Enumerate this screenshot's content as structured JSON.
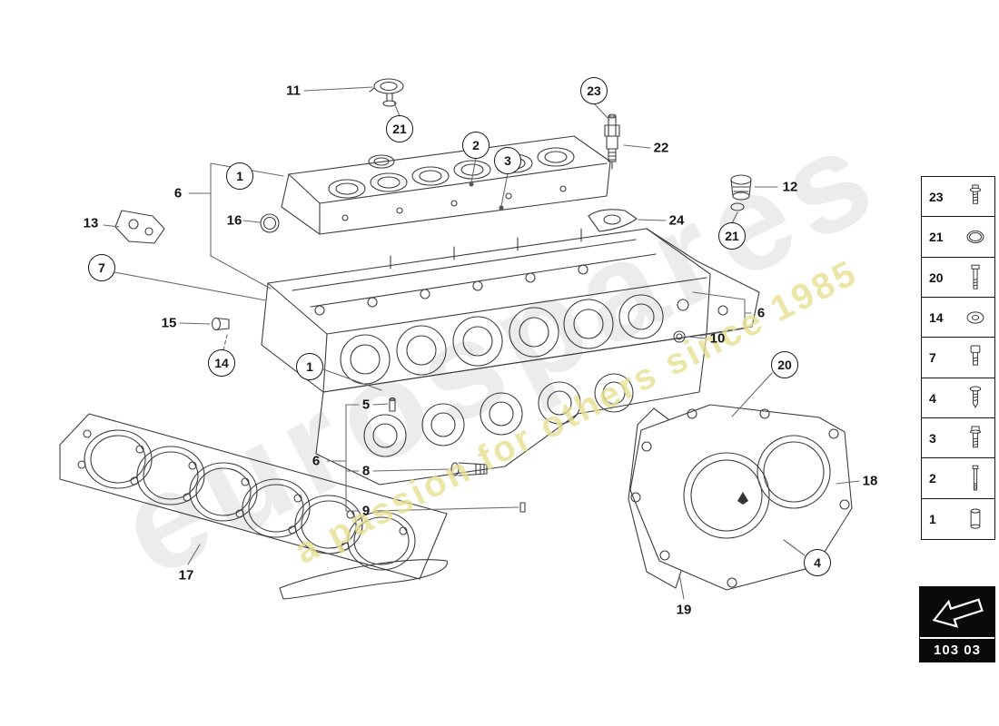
{
  "watermark": {
    "brand": "eurospares",
    "tagline": "a passion for others since 1985"
  },
  "callouts": [
    {
      "label": "11"
    },
    {
      "label": "21"
    },
    {
      "label": "2"
    },
    {
      "label": "3"
    },
    {
      "label": "23"
    },
    {
      "label": "22"
    },
    {
      "label": "12"
    },
    {
      "label": "1"
    },
    {
      "label": "6"
    },
    {
      "label": "13"
    },
    {
      "label": "16"
    },
    {
      "label": "24"
    },
    {
      "label": "21"
    },
    {
      "label": "7"
    },
    {
      "label": "6"
    },
    {
      "label": "10"
    },
    {
      "label": "15"
    },
    {
      "label": "14"
    },
    {
      "label": "1"
    },
    {
      "label": "20"
    },
    {
      "label": "5"
    },
    {
      "label": "6"
    },
    {
      "label": "8"
    },
    {
      "label": "9"
    },
    {
      "label": "18"
    },
    {
      "label": "4"
    },
    {
      "label": "17"
    },
    {
      "label": "19"
    }
  ],
  "legend": {
    "rows": [
      {
        "label": "23",
        "icon": "flanged-screw"
      },
      {
        "label": "21",
        "icon": "o-ring"
      },
      {
        "label": "20",
        "icon": "long-bolt"
      },
      {
        "label": "14",
        "icon": "washer"
      },
      {
        "label": "7",
        "icon": "socket-bolt"
      },
      {
        "label": "4",
        "icon": "screw"
      },
      {
        "label": "3",
        "icon": "hex-bolt"
      },
      {
        "label": "2",
        "icon": "stud-bolt"
      },
      {
        "label": "1",
        "icon": "sleeve"
      }
    ]
  },
  "footer": {
    "code": "103 03"
  },
  "colors": {
    "line": "#3d3d3d",
    "watermark_gray": "#ececec",
    "watermark_yellow": "#e7e093",
    "code_box_bg": "#0a0a0a"
  }
}
